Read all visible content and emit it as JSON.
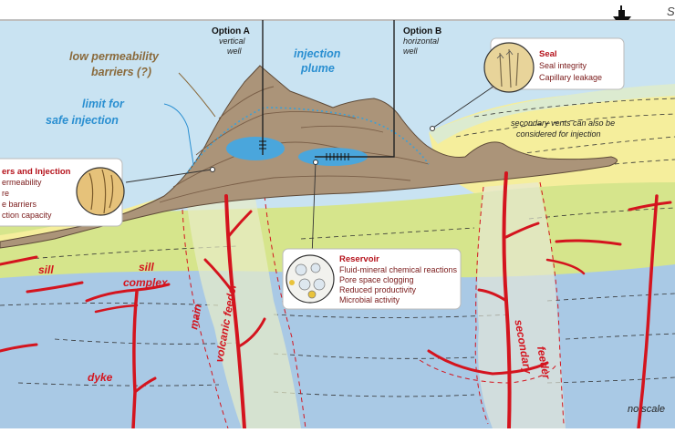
{
  "header": {
    "corner_text": "S"
  },
  "options": {
    "a": {
      "title": "Option A",
      "subtitle": "vertical",
      "subtitle2": "well"
    },
    "b": {
      "title": "Option B",
      "subtitle": "horizontal",
      "subtitle2": "well"
    }
  },
  "labels": {
    "low_perm_1": "low permeability",
    "low_perm_2": "barriers (?)",
    "injection_1": "injection",
    "injection_2": "plume",
    "limit_1": "limit for",
    "limit_2": "safe injection",
    "secondary_vents_1": "secondary vents can also be",
    "secondary_vents_2": "considered for injection",
    "sill": "sill",
    "sill_complex_1": "sill",
    "sill_complex_2": "complex",
    "main_feeder_1": "main",
    "main_feeder_2": "volcanic feeder",
    "dyke": "dyke",
    "secondary_feeder_1": "secondary",
    "secondary_feeder_2": "feeder",
    "no_scale": "no scale"
  },
  "seal_box": {
    "title": "Seal",
    "items": [
      "Seal integrity",
      "Capillary leakage"
    ]
  },
  "barriers_box": {
    "title": "ers and Injection",
    "items": [
      "ermeability",
      "re",
      "e barriers",
      "ction capacity"
    ]
  },
  "reservoir_box": {
    "title": "Reservoir",
    "items": [
      "Fluid-mineral chemical reactions",
      "Pore space clogging",
      "Reduced productivity",
      "Microbial activity"
    ]
  },
  "colors": {
    "sea": "#c9e3f2",
    "top_band": "#dcebd0",
    "yellow": "#f5ee9c",
    "brown": "#ab9479",
    "green": "#d6e58c",
    "blue_basement": "#a9c9e5",
    "feeder_red": "#d4141e",
    "plume_blue": "#4aa6dc"
  },
  "icons": [
    "ship-icon",
    "seal-core-icon",
    "barrier-core-icon",
    "reservoir-core-icon"
  ]
}
